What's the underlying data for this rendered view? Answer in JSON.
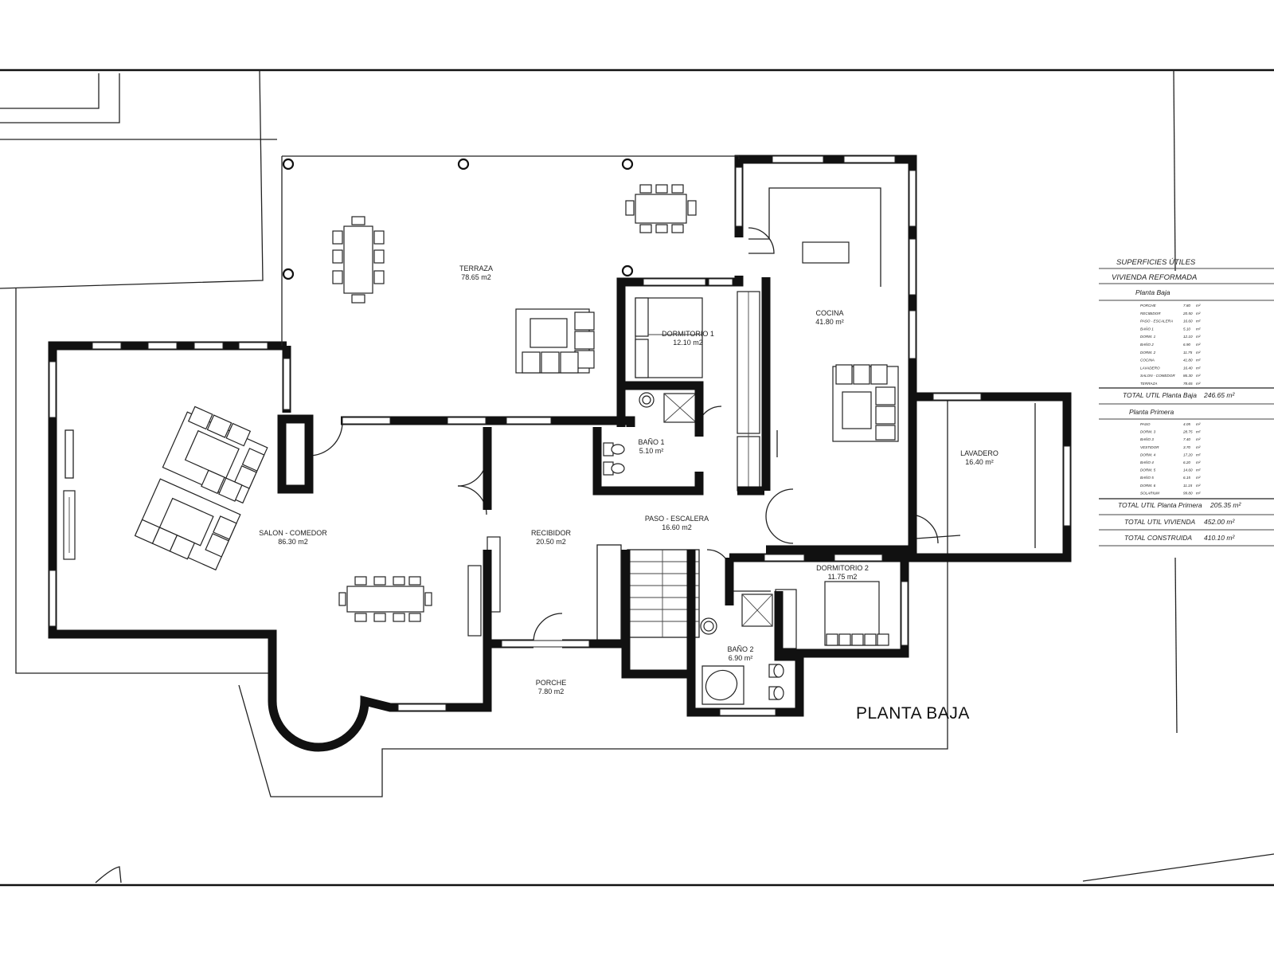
{
  "plan_title": "PLANTA BAJA",
  "rooms": [
    {
      "id": "terraza",
      "name": "TERRAZA",
      "area": "78.65 m2"
    },
    {
      "id": "cocina",
      "name": "COCINA",
      "area": "41.80 m²"
    },
    {
      "id": "dormitorio1",
      "name": "DORMITORIO 1",
      "area": "12.10 m2"
    },
    {
      "id": "bano1",
      "name": "BAÑO 1",
      "area": "5.10 m²"
    },
    {
      "id": "lavadero",
      "name": "LAVADERO",
      "area": "16.40 m²"
    },
    {
      "id": "salon",
      "name": "SALON - COMEDOR",
      "area": "86.30 m2"
    },
    {
      "id": "recibidor",
      "name": "RECIBIDOR",
      "area": "20.50 m2"
    },
    {
      "id": "paso",
      "name": "PASO - ESCALERA",
      "area": "16.60 m2"
    },
    {
      "id": "dormitorio2",
      "name": "DORMITORIO 2",
      "area": "11.75 m2"
    },
    {
      "id": "bano2",
      "name": "BAÑO 2",
      "area": "6.90 m²"
    },
    {
      "id": "porche",
      "name": "PORCHE",
      "area": "7.80 m2"
    }
  ],
  "table": {
    "title": "SUPERFICIES ÚTILES",
    "subtitle": "VIVIENDA REFORMADA",
    "section1": {
      "name": "Planta Baja",
      "rows": [
        {
          "label": "PORCHE",
          "value": "7.80"
        },
        {
          "label": "RECIBIDOR",
          "value": "20.50"
        },
        {
          "label": "PASO - ESCALERA",
          "value": "16.60"
        },
        {
          "label": "BAÑO 1",
          "value": "5.10"
        },
        {
          "label": "DORM. 1",
          "value": "12.10"
        },
        {
          "label": "BAÑO 2",
          "value": "6.90"
        },
        {
          "label": "DORM. 2",
          "value": "11.75"
        },
        {
          "label": "COCINA",
          "value": "41.80"
        },
        {
          "label": "LAVADERO",
          "value": "16.40"
        },
        {
          "label": "SALON - COMEDOR",
          "value": "86.30"
        },
        {
          "label": "TERRAZA",
          "value": "78.65"
        }
      ],
      "total_label": "TOTAL UTIL Planta Baja",
      "total_value": "246.65 m²"
    },
    "section2": {
      "name": "Planta Primera",
      "rows": [
        {
          "label": "PASO",
          "value": "4.05"
        },
        {
          "label": "DORM. 3",
          "value": "28.75"
        },
        {
          "label": "BAÑO 3",
          "value": "7.40"
        },
        {
          "label": "VESTIDOR",
          "value": "3.70"
        },
        {
          "label": "DORM. 4",
          "value": "17.20"
        },
        {
          "label": "BAÑO 4",
          "value": "6.20"
        },
        {
          "label": "DORM. 5",
          "value": "14.60"
        },
        {
          "label": "BAÑO 5",
          "value": "6.15"
        },
        {
          "label": "DORM. 6",
          "value": "11.15"
        },
        {
          "label": "SOLARIUM",
          "value": "99.80"
        }
      ],
      "total_label": "TOTAL UTIL Planta Primera",
      "total_value": "205.35 m²"
    },
    "unit": "m²",
    "totals": [
      {
        "label": "TOTAL UTIL VIVIENDA",
        "value": "452.00 m²"
      },
      {
        "label": "TOTAL CONSTRUIDA",
        "value": "410.10 m²"
      }
    ]
  }
}
